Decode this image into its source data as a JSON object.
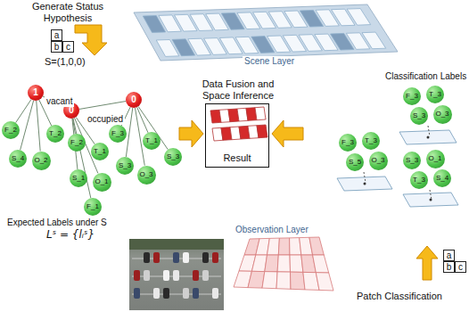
{
  "diagram": {
    "nodes": [
      {
        "text": [
          "a"
        ]
      },
      {
        "text": [
          "b"
        ]
      },
      {
        "text": [
          "c"
        ]
      },
      {
        "text": [
          "1"
        ]
      },
      {
        "text": [
          "0"
        ]
      },
      {
        "text": [
          "0"
        ]
      },
      {
        "text": [
          "F_2"
        ]
      },
      {
        "text": [
          "T_2"
        ]
      },
      {
        "text": [
          "S_4"
        ]
      },
      {
        "text": [
          "O_2"
        ]
      },
      {
        "text": [
          "F_2"
        ]
      },
      {
        "text": [
          "T_1"
        ]
      },
      {
        "text": [
          "S_1"
        ]
      },
      {
        "text": [
          "O_1"
        ]
      },
      {
        "text": [
          "F_1"
        ]
      },
      {
        "text": [
          "F_3"
        ]
      },
      {
        "text": [
          "T_1"
        ]
      },
      {
        "text": [
          "S_3"
        ]
      },
      {
        "text": [
          "O_3"
        ]
      },
      {
        "text": [
          "S_3"
        ]
      },
      {
        "text": [
          "Data Fusion and Space Inference",
          "Result"
        ]
      },
      {
        "text": [
          "F_3"
        ]
      },
      {
        "text": [
          "T_3"
        ]
      },
      {
        "text": [
          "S_3"
        ]
      },
      {
        "text": [
          "O_3"
        ]
      },
      {
        "text": [
          "F_3"
        ]
      },
      {
        "text": [
          "T_3"
        ]
      },
      {
        "text": [
          "S_5"
        ]
      },
      {
        "text": [
          "O_3"
        ]
      },
      {
        "text": [
          "S_3"
        ]
      },
      {
        "text": [
          "O_1"
        ]
      },
      {
        "text": [
          "T_3"
        ]
      },
      {
        "text": [
          "S_4"
        ]
      },
      {
        "text": [
          "a"
        ]
      },
      {
        "text": [
          "b"
        ]
      },
      {
        "text": [
          "c"
        ]
      }
    ],
    "edges": [
      {
        "from": 3,
        "to": 4,
        "arrow": "none"
      },
      {
        "from": 4,
        "to": 5,
        "arrow": "none"
      },
      {
        "from": 3,
        "to": 6,
        "arrow": "none"
      },
      {
        "from": 3,
        "to": 7,
        "arrow": "none"
      },
      {
        "from": 3,
        "to": 8,
        "arrow": "none"
      },
      {
        "from": 3,
        "to": 9,
        "arrow": "none"
      },
      {
        "from": 4,
        "to": 10,
        "arrow": "none"
      },
      {
        "from": 4,
        "to": 11,
        "arrow": "none"
      },
      {
        "from": 4,
        "to": 12,
        "arrow": "none"
      },
      {
        "from": 4,
        "to": 13,
        "arrow": "none"
      },
      {
        "from": 4,
        "to": 14,
        "arrow": "none"
      },
      {
        "from": 5,
        "to": 15,
        "arrow": "none"
      },
      {
        "from": 5,
        "to": 16,
        "arrow": "none"
      },
      {
        "from": 5,
        "to": 17,
        "arrow": "none"
      },
      {
        "from": 5,
        "to": 18,
        "arrow": "none"
      },
      {
        "from": 5,
        "to": 19,
        "arrow": "none"
      }
    ],
    "labels": [
      "Generate Status Hypothesis",
      "S=(1,0,0)",
      "Scene Layer",
      "vacant",
      "occupied",
      "Expected Labels under S",
      "Lˢ = {lᵢˢ}",
      "Classification Labels",
      "Observation Layer",
      "Patch Classification"
    ]
  }
}
